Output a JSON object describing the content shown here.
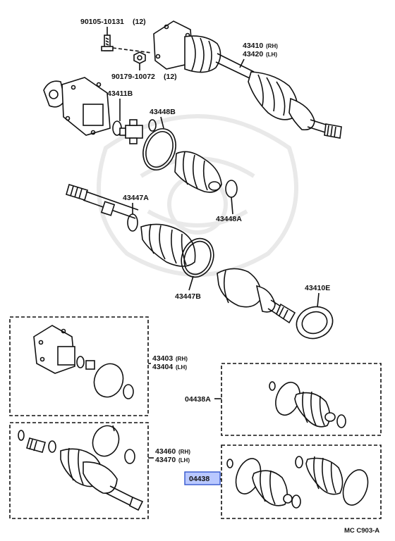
{
  "labels": {
    "bolt": "90105-10131",
    "bolt_qty": "(12)",
    "nut": "90179-10072",
    "nut_qty": "(12)",
    "outer_rh": "43410",
    "outer_rh_side": "(RH)",
    "outer_lh": "43420",
    "outer_lh_side": "(LH)",
    "inner_boot_clamp_ring": "43411B",
    "boot_clamp_b": "43448B",
    "boot_clamp_a": "43448A",
    "clamp_a": "43447A",
    "clamp_b": "43447B",
    "dust_deflector": "43410E",
    "inner_rh": "43403",
    "inner_rh_side": "(RH)",
    "inner_lh": "43404",
    "inner_lh_side": "(LH)",
    "boot_kit_a": "04438A",
    "shaft_rh": "43460",
    "shaft_rh_side": "(RH)",
    "shaft_lh": "43470",
    "shaft_lh_side": "(LH)",
    "boot_kit_highlight": "04438",
    "diagram_code": "MC  C903-A"
  },
  "colors": {
    "ink": "#111111",
    "highlight_fill": "#b9c8ff",
    "highlight_border": "#3355cc"
  }
}
